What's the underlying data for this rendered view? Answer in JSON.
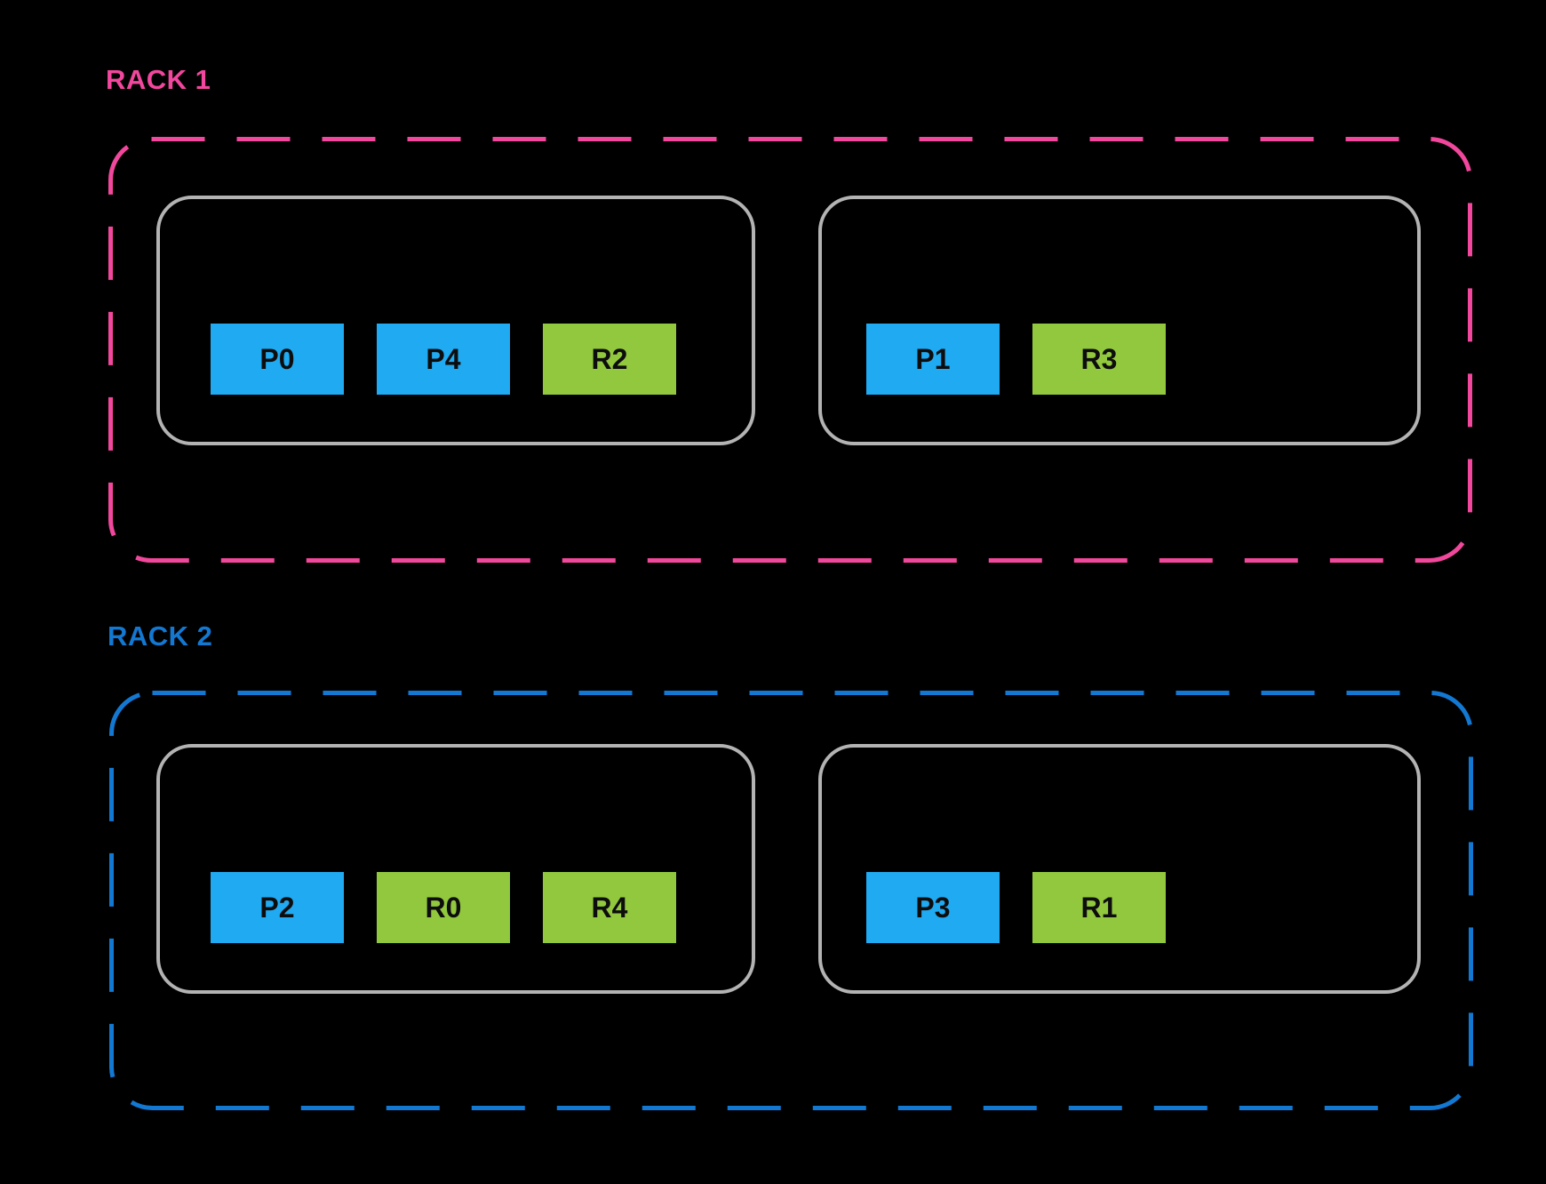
{
  "diagram_title": "rack-placement-diagram",
  "background_color": "#000000",
  "colors": {
    "rack1_accent": "#F1479C",
    "rack2_accent": "#1378D2",
    "node_border": "#B3B3B3",
    "process_box_fill": "#1FAAF2",
    "replica_box_fill": "#92C83E",
    "box_text": "#0D0D0D"
  },
  "racks": [
    {
      "label": "RACK 1",
      "nodes": [
        {
          "boxes": [
            {
              "label": "P0",
              "type": "process"
            },
            {
              "label": "P4",
              "type": "process"
            },
            {
              "label": "R2",
              "type": "replica"
            }
          ]
        },
        {
          "boxes": [
            {
              "label": "P1",
              "type": "process"
            },
            {
              "label": "R3",
              "type": "replica"
            }
          ]
        }
      ]
    },
    {
      "label": "RACK 2",
      "nodes": [
        {
          "boxes": [
            {
              "label": "P2",
              "type": "process"
            },
            {
              "label": "R0",
              "type": "replica"
            },
            {
              "label": "R4",
              "type": "replica"
            }
          ]
        },
        {
          "boxes": [
            {
              "label": "P3",
              "type": "process"
            },
            {
              "label": "R1",
              "type": "replica"
            }
          ]
        }
      ]
    }
  ]
}
